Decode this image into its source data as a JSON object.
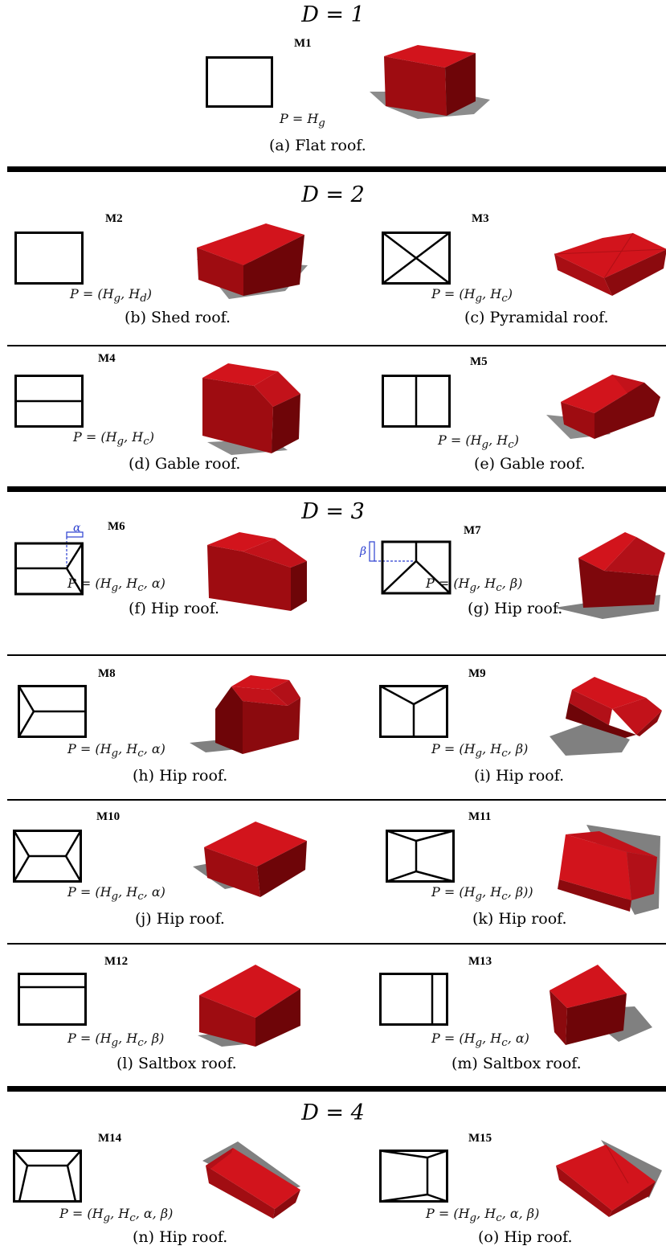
{
  "sections": [
    {
      "heading": "D = 1"
    },
    {
      "heading": "D = 2"
    },
    {
      "heading": "D = 3"
    },
    {
      "heading": "D = 4"
    }
  ],
  "models": [
    {
      "id": "M1",
      "param": "P = H",
      "param_sub": "g",
      "caption": "(a)  Flat roof.",
      "plan_icon": "flat-plan-icon",
      "render_icon": "flat-roof-render-icon"
    },
    {
      "id": "M2",
      "param": "P = (H",
      "param_sub": "g",
      "param_rest": ", H",
      "param_sub2": "d",
      "param_end": ")",
      "caption": "(b)  Shed roof.",
      "plan_icon": "shed-plan-icon",
      "render_icon": "shed-roof-render-icon"
    },
    {
      "id": "M3",
      "param": "P = (H",
      "param_sub": "g",
      "param_rest": ", H",
      "param_sub2": "c",
      "param_end": ")",
      "caption": "(c)  Pyramidal roof.",
      "plan_icon": "pyramidal-plan-icon",
      "render_icon": "pyramidal-roof-render-icon"
    },
    {
      "id": "M4",
      "param": "P = (H",
      "param_sub": "g",
      "param_rest": ", H",
      "param_sub2": "c",
      "param_end": ")",
      "caption": "(d)  Gable roof.",
      "plan_icon": "gable-plan-icon",
      "render_icon": "gable-roof-render-icon"
    },
    {
      "id": "M5",
      "param": "P = (H",
      "param_sub": "g",
      "param_rest": ", H",
      "param_sub2": "c",
      "param_end": ")",
      "caption": "(e)  Gable roof.",
      "plan_icon": "gable-plan-icon",
      "render_icon": "gable-roof-render-icon"
    },
    {
      "id": "M6",
      "param": "P = (H",
      "param_sub": "g",
      "param_rest": ", H",
      "param_sub2": "c",
      "param_end": ", α)",
      "caption": "(f)  Hip roof.",
      "plan_icon": "hip-plan-icon",
      "render_icon": "hip-roof-render-icon"
    },
    {
      "id": "M7",
      "param": "P = (H",
      "param_sub": "g",
      "param_rest": ", H",
      "param_sub2": "c",
      "param_end": ", β)",
      "caption": "(g)  Hip roof.",
      "plan_icon": "hip-plan-icon",
      "render_icon": "hip-roof-render-icon"
    },
    {
      "id": "M8",
      "param": "P = (H",
      "param_sub": "g",
      "param_rest": ", H",
      "param_sub2": "c",
      "param_end": ", α)",
      "caption": "(h)  Hip roof.",
      "plan_icon": "hip-plan-icon",
      "render_icon": "hip-roof-render-icon"
    },
    {
      "id": "M9",
      "param": "P = (H",
      "param_sub": "g",
      "param_rest": ", H",
      "param_sub2": "c",
      "param_end": ", β)",
      "caption": "(i)  Hip roof.",
      "plan_icon": "hip-plan-icon",
      "render_icon": "hip-roof-render-icon"
    },
    {
      "id": "M10",
      "param": "P = (H",
      "param_sub": "g",
      "param_rest": ", H",
      "param_sub2": "c",
      "param_end": ", α)",
      "caption": "(j)  Hip roof.",
      "plan_icon": "hip-plan-icon",
      "render_icon": "hip-roof-render-icon"
    },
    {
      "id": "M11",
      "param": "P = (H",
      "param_sub": "g",
      "param_rest": ", H",
      "param_sub2": "c",
      "param_end": ", β))",
      "caption": "(k)  Hip roof.",
      "plan_icon": "hip-plan-icon",
      "render_icon": "hip-roof-render-icon"
    },
    {
      "id": "M12",
      "param": "P = (H",
      "param_sub": "g",
      "param_rest": ", H",
      "param_sub2": "c",
      "param_end": ", β)",
      "caption": "(l)  Saltbox roof.",
      "plan_icon": "saltbox-plan-icon",
      "render_icon": "saltbox-roof-render-icon"
    },
    {
      "id": "M13",
      "param": "P = (H",
      "param_sub": "g",
      "param_rest": ", H",
      "param_sub2": "c",
      "param_end": ", α)",
      "caption": "(m)  Saltbox roof.",
      "plan_icon": "saltbox-plan-icon",
      "render_icon": "saltbox-roof-render-icon"
    },
    {
      "id": "M14",
      "param": "P = (H",
      "param_sub": "g",
      "param_rest": ", H",
      "param_sub2": "c",
      "param_end": ", α, β)",
      "caption": "(n)  Hip roof.",
      "plan_icon": "hip-plan-icon",
      "render_icon": "hip-roof-render-icon"
    },
    {
      "id": "M15",
      "param": "P = (H",
      "param_sub": "g",
      "param_rest": ", H",
      "param_sub2": "c",
      "param_end": ", α, β)",
      "caption": "(o)  Hip roof.",
      "plan_icon": "hip-plan-icon",
      "render_icon": "hip-roof-render-icon"
    }
  ],
  "annotations": {
    "alpha": "α",
    "beta": "β"
  },
  "colors": {
    "roof_top": "#d2141c",
    "roof_side": "#a10d12",
    "roof_dark": "#6e0508",
    "shadow": "#808080",
    "annotation": "#2b3fd0"
  }
}
